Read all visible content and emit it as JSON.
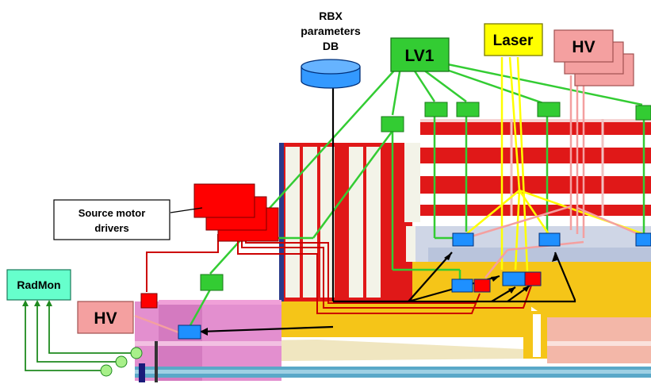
{
  "labels": {
    "rbx_line1": "RBX",
    "rbx_line2": "parameters",
    "rbx_line3": "DB",
    "lv1": "LV1",
    "laser": "Laser",
    "hv_top": "HV",
    "hv_left": "HV",
    "radmon": "RadMon",
    "source_line1": "Source motor",
    "source_line2": "drivers"
  },
  "colors": {
    "lv1": "#33cc33",
    "laser": "#ffff00",
    "hv": "#f4a0a0",
    "radmon": "#66ffcc",
    "database": "#3399ff",
    "rbx_module": "#1e90ff",
    "source_driver": "#ff0000",
    "detector_red": "#e01818",
    "detector_yellow": "#f5c518",
    "detector_pink": "#e38fcf",
    "radmon_lines": "#1f8a1f"
  }
}
